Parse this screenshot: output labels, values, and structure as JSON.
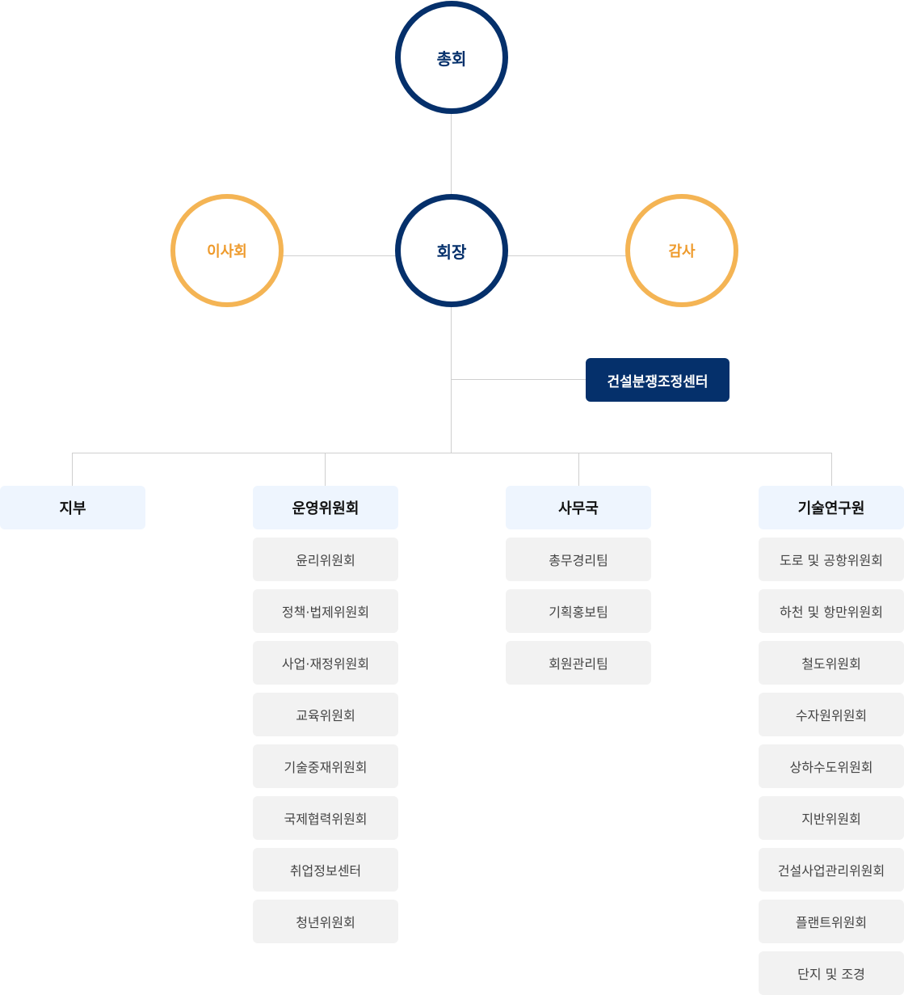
{
  "top": {
    "general_assembly": "총회",
    "chairman": "회장",
    "board": "이사회",
    "audit": "감사"
  },
  "center": {
    "label": "건설분쟁조정센터"
  },
  "columns": [
    {
      "head": "지부",
      "items": []
    },
    {
      "head": "운영위원회",
      "items": [
        "윤리위원회",
        "정책·법제위원회",
        "사업·재정위원회",
        "교육위원회",
        "기술중재위원회",
        "국제협력위원회",
        "취업정보센터",
        "청년위원회"
      ]
    },
    {
      "head": "사무국",
      "items": [
        "총무경리팀",
        "기획홍보팀",
        "회원관리팀"
      ]
    },
    {
      "head": "기술연구원",
      "items": [
        "도로 및 공항위원회",
        "하천 및 항만위원회",
        "철도위원회",
        "수자원위원회",
        "상하수도위원회",
        "지반위원회",
        "건설사업관리위원회",
        "플랜트위원회",
        "단지 및 조경"
      ]
    }
  ],
  "colors": {
    "navy": "#05306b",
    "orange": "#f4b454",
    "light_blue": "#eef5fe",
    "gray": "#f2f2f2"
  }
}
